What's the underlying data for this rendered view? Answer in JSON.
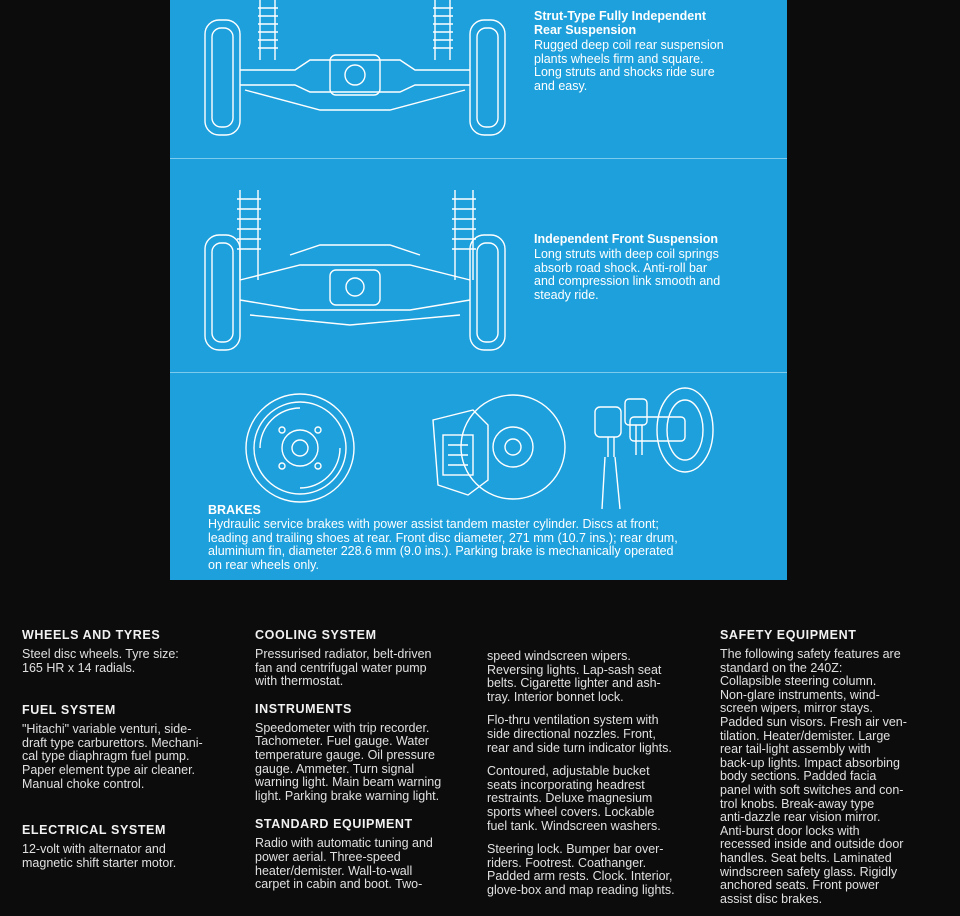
{
  "panel": {
    "rear": {
      "title": "Strut-Type Fully Independent\nRear Suspension",
      "body": "Rugged deep coil rear suspension\nplants wheels firm and square.\nLong struts and shocks ride sure\nand easy."
    },
    "front": {
      "title": "Independent Front Suspension",
      "body": "Long struts with deep coil springs\nabsorb road shock. Anti-roll bar\nand compression link smooth and\nsteady ride."
    },
    "brakes": {
      "title": "BRAKES",
      "body": "Hydraulic service brakes with power assist tandem master cylinder. Discs at front;\nleading and trailing shoes at rear. Front disc diameter, 271 mm (10.7 ins.); rear drum,\naluminium fin, diameter 228.6 mm (9.0 ins.). Parking brake is mechanically operated\non rear wheels only."
    },
    "bg_color": "#1ea0dc"
  },
  "sections": {
    "wheels": {
      "title": "WHEELS AND TYRES",
      "body": "Steel disc wheels. Tyre size:\n165 HR x 14 radials."
    },
    "fuel": {
      "title": "FUEL SYSTEM",
      "body": "\"Hitachi\" variable venturi, side-\ndraft type carburettors. Mechani-\ncal type diaphragm fuel pump.\nPaper element type air cleaner.\nManual choke control."
    },
    "electrical": {
      "title": "ELECTRICAL SYSTEM",
      "body": "12-volt with alternator and\nmagnetic shift starter motor."
    },
    "cooling": {
      "title": "COOLING SYSTEM",
      "body": "Pressurised radiator, belt-driven\nfan and centrifugal water pump\nwith thermostat."
    },
    "instruments": {
      "title": "INSTRUMENTS",
      "body": "Speedometer with trip recorder.\nTachometer. Fuel gauge. Water\ntemperature gauge. Oil pressure\ngauge. Ammeter. Turn signal\nwarning light. Main beam warning\nlight. Parking brake warning light."
    },
    "standard": {
      "title": "STANDARD EQUIPMENT",
      "body": "Radio with automatic tuning and\npower aerial. Three-speed\nheater/demister. Wall-to-wall\ncarpet in cabin and boot. Two-"
    },
    "standard_cont": {
      "p1": "speed windscreen wipers.\nReversing lights. Lap-sash seat\nbelts. Cigarette lighter and ash-\ntray. Interior bonnet lock.",
      "p2": "Flo-thru ventilation system with\nside directional nozzles. Front,\nrear and side turn indicator lights.",
      "p3": "Contoured, adjustable bucket\nseats incorporating headrest\nrestraints. Deluxe magnesium\nsports wheel covers. Lockable\nfuel tank. Windscreen washers.",
      "p4": "Steering lock. Bumper bar over-\nriders. Footrest. Coathanger.\nPadded arm rests. Clock. Interior,\nglove-box and map reading lights."
    },
    "safety": {
      "title": "SAFETY EQUIPMENT",
      "body": "The following safety features are\nstandard on the 240Z:\nCollapsible steering column.\nNon-glare instruments, wind-\nscreen wipers, mirror stays.\nPadded sun visors. Fresh air ven-\ntilation. Heater/demister. Large\nrear tail-light assembly with\nback-up lights. Impact absorbing\nbody sections. Padded facia\npanel with soft switches and con-\ntrol knobs. Break-away type\nanti-dazzle rear vision mirror.\nAnti-burst door locks with\nrecessed inside and outside door\nhandles. Seat belts. Laminated\nwindscreen safety glass. Rigidly\nanchored seats. Front power\nassist disc brakes."
    }
  }
}
